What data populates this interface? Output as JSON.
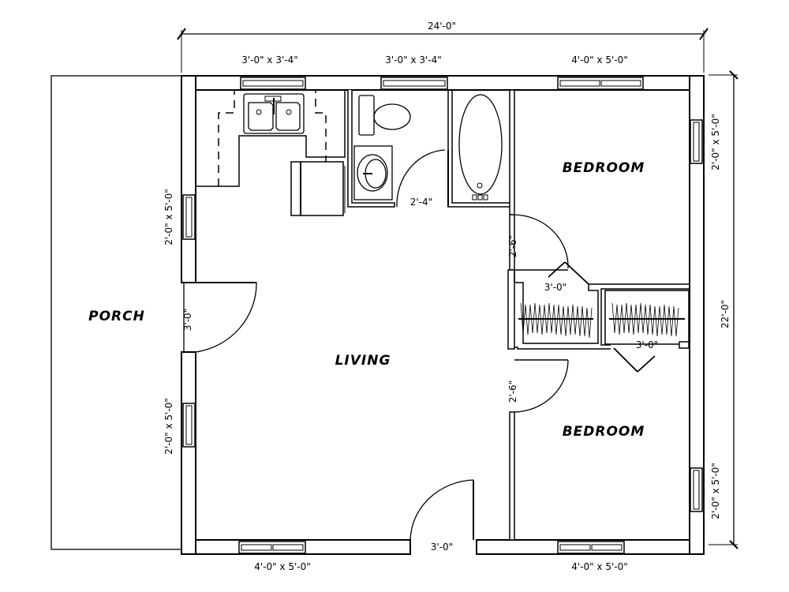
{
  "plan": {
    "overall_width": "24'-0\"",
    "overall_depth": "22'-0\"",
    "rooms": {
      "porch": "PORCH",
      "living": "LIVING",
      "bedroom_1": "BEDROOM",
      "bedroom_2": "BEDROOM"
    },
    "windows": {
      "top_left": "3'-0\" x 3'-4\"",
      "top_middle": "3'-0\" x 3'-4\"",
      "top_right": "4'-0\" x 5'-0\"",
      "left_upper": "2'-0\" x 5'-0\"",
      "left_lower": "2'-0\" x 5'-0\"",
      "right_upper": "2'-0\" x 5'-0\"",
      "right_lower": "2'-0\" x 5'-0\"",
      "bottom_left": "4'-0\" x 5'-0\"",
      "bottom_right": "4'-0\" x 5'-0\""
    },
    "doors": {
      "porch_entry": "3'-0\"",
      "bathroom": "2'-4\"",
      "bedroom_1": "2'-6\"",
      "bedroom_2": "2'-6\"",
      "closet_1": "3'-0\"",
      "closet_2": "3'-0\"",
      "rear_entry": "3'-0\""
    }
  },
  "colors": {
    "line": "#000000",
    "background": "#ffffff"
  }
}
